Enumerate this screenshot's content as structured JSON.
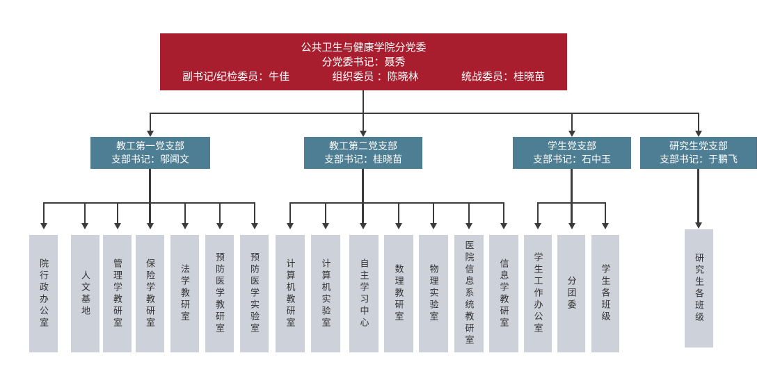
{
  "colors": {
    "root_bg": "#a81e2e",
    "branch_bg": "#4e7e93",
    "leaf_bg": "#cdd1da",
    "line": "#3b3b3b",
    "root_text": "#ffffff",
    "leaf_text": "#333333"
  },
  "root": {
    "title": "公共卫生与健康学院分党委",
    "secretary": "分党委书记：聂秀",
    "officers": [
      "副书记/纪检委员：牛佳",
      "组织委员 ：陈晓林",
      "统战委员：桂晓苗"
    ]
  },
  "branches": [
    {
      "name": "教工第一党支部",
      "secretary": "支部书记：邬闻文",
      "children": [
        "院行政办公室",
        "人文基地",
        "管理学教研室",
        "保险学教研室",
        "法学教研室",
        "预防医学教研室",
        "预防医学实验室"
      ]
    },
    {
      "name": "教工第二党支部",
      "secretary": "支部书记：桂晓苗",
      "children": [
        "计算机教研室",
        "计算机实验室",
        "自主学习中心",
        "数理教研室",
        "物理实验室",
        "医院信息系统教研室",
        "信息学教研室"
      ]
    },
    {
      "name": "学生党支部",
      "secretary": "支部书记：石中玉",
      "children": [
        "学生工作办公室",
        "分团委",
        "学生各班级"
      ]
    },
    {
      "name": "研究生党支部",
      "secretary": "支部书记：于鹏飞",
      "children": [
        "研究生各班级"
      ]
    }
  ]
}
